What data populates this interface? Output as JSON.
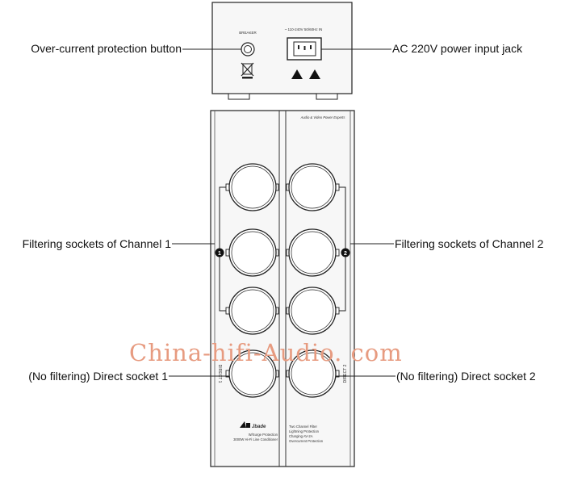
{
  "callouts": {
    "overcurrent": "Over-current protection button",
    "ac_input": "AC 220V power input jack",
    "filter_ch1": "Filtering sockets of Channel 1",
    "filter_ch2": "Filtering sockets of Channel 2",
    "direct1": "(No filtering) Direct socket 1",
    "direct2": "(No filtering) Direct socket 2"
  },
  "back_panel": {
    "breaker_label": "BREAKER",
    "input_label": "~ 110-240V  50/60Hz IN"
  },
  "front_panel": {
    "tagline": "Audio & Video Power Experts",
    "direct1_label": "DIRECT 1",
    "direct2_label": "DIRECT 2",
    "channel1_mark": "1",
    "channel2_mark": "2",
    "brand": "Jbade",
    "product_lines": [
      "W/Surge Protection",
      "3000W Hi-Fi Line Conditioner"
    ],
    "feature_lines": [
      "Two Channel Filter",
      "Lightning Protection",
      "Charging AV-2A",
      "Overcurrent Protection"
    ]
  },
  "watermark": "China-hifi-Audio. com",
  "colors": {
    "line": "#222222",
    "panel": "#f7f7f7",
    "watermark": "#e79b80"
  }
}
